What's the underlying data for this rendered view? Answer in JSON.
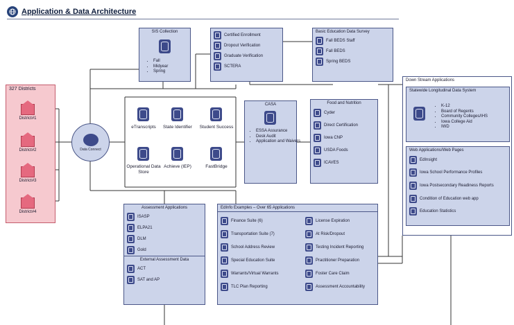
{
  "title": "Application & Data Architecture",
  "districts": {
    "title": "327 Districts",
    "items": [
      "District#1",
      "District#2",
      "District#3",
      "District#4"
    ]
  },
  "hub": {
    "label": "Data Connect"
  },
  "sis": {
    "title": "SIS Collection",
    "bullets": [
      "Fall",
      "Midyear",
      "Spring"
    ]
  },
  "verification": {
    "items": [
      "Certified Enrollment",
      "Dropout Verification",
      "Graduate Verification",
      "SCTERA"
    ]
  },
  "beds": {
    "title": "Basic Education Data Survey",
    "items": [
      "Fall BEDS Staff",
      "Fall BEDS",
      "Spring BEDS"
    ]
  },
  "services": {
    "etranscripts": "eTranscripts",
    "state_identifier": "State Identifier",
    "student_success": "Student Success",
    "ods": "Operational Data Store",
    "achieve": "Achieve (IEP)",
    "fastbridge": "FastBridge"
  },
  "casa": {
    "title": "CASA",
    "bullets": [
      "ESSA Assurance",
      "Desk Audit",
      "Application and Waivers"
    ]
  },
  "food": {
    "title": "Food and Nutrition",
    "items": [
      "Cyder",
      "Direct Certification",
      "Iowa CNP",
      "USDA Foods",
      "ICAVES"
    ]
  },
  "downstream": {
    "title": "Down Stream Applications",
    "slds_title": "Statewide Longitudinal Data System",
    "slds_bullets": [
      "K-12",
      "Board of Regents",
      "Community Colleges/IHS",
      "Iowa College Aid",
      "IWD"
    ],
    "web_title": "Web Applications/Web Pages",
    "web_items": [
      "EdInsight",
      "Iowa School Performance Profiles",
      "Iowa Postsecondary Readiness Reports",
      "Condition of Education web app",
      "Education Statistics"
    ]
  },
  "assessment": {
    "title": "Assessment Applications",
    "items": [
      "ISASP",
      "ELPA21",
      "DLM",
      "Gold"
    ],
    "ext_title": "External Assessment Data",
    "ext_items": [
      "ACT",
      "SAT and AP"
    ]
  },
  "edinfo": {
    "title": "EdInfo Examples – Over 65 Applications",
    "left": [
      "Finance Suite (6)",
      "Transportation Suite (7)",
      "School Address Review",
      "Special Education Suite",
      "Warrants/Virtual Warrants",
      "TLC Plan Reporting"
    ],
    "right": [
      "License Expiration",
      "At Risk/Dropout",
      "Testing Incident Reporting",
      "Practitioner Preparation",
      "Foster Care Claim",
      "Assessment Accountability"
    ]
  }
}
